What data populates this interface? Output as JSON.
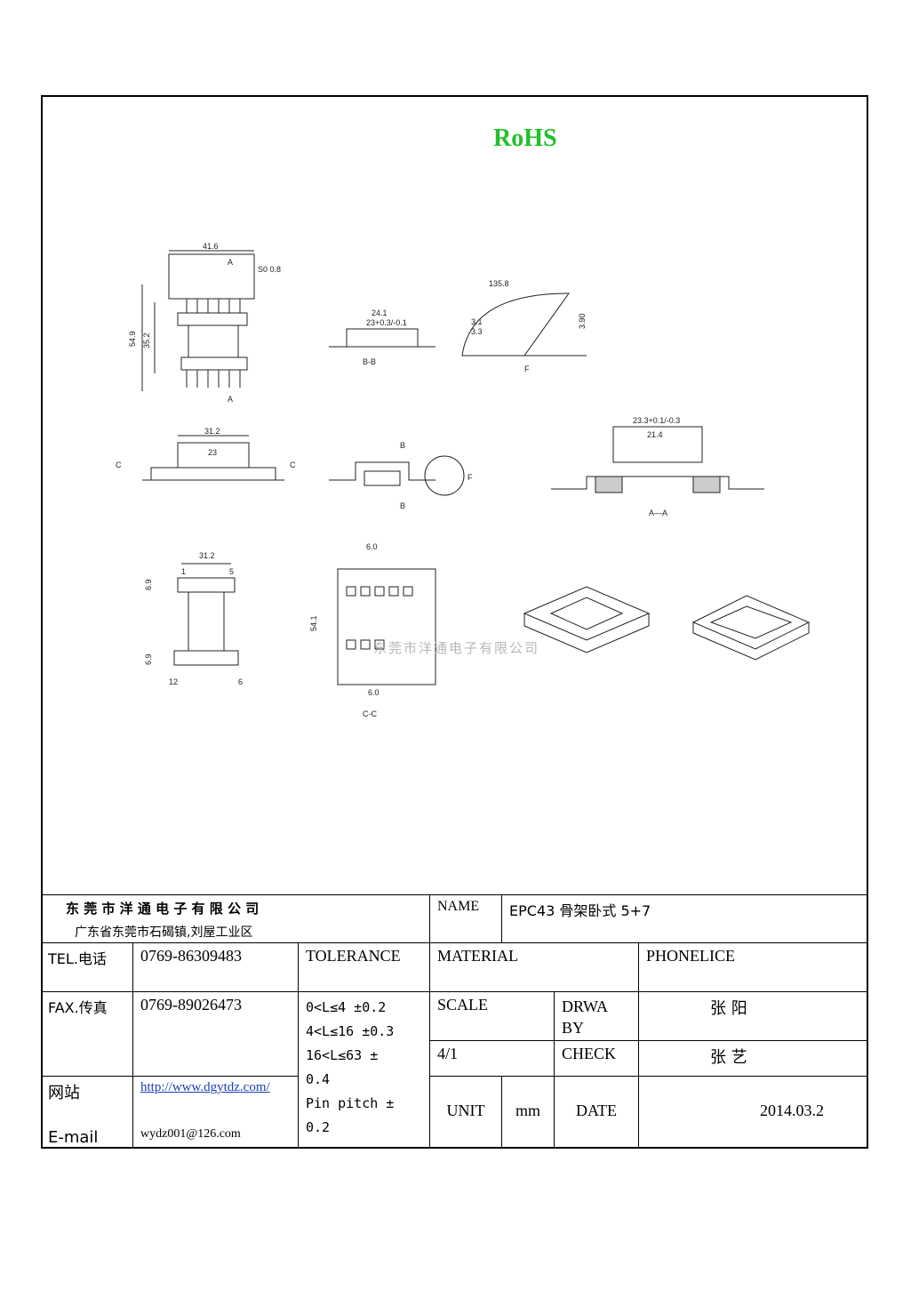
{
  "header": {
    "rohs_mark": "RoHS"
  },
  "watermark": "东莞市洋通电子有限公司",
  "drawing_labels": {
    "top_width": "41.6",
    "top_height_a": "54.9",
    "top_height_b": "35.2",
    "s_label": "S0 0.8",
    "section_a": "A",
    "front_width": "31.2",
    "front_inner": "23",
    "section_c": "C",
    "bb_section": "B",
    "f_detail": "F",
    "aa_top": "23.3+0.1/-0.3",
    "aa_inner": "21.4",
    "aa_label": "A—A",
    "bb_label": "B-B",
    "cc_label": "C-C",
    "side_width": "31.2",
    "pin_1": "1",
    "pin_5": "5",
    "pin_12": "12",
    "pin_6": "6",
    "dim_69": "6.9",
    "dim_6_0": "6.0",
    "dim_54": "54.1",
    "dim_241": "24.1",
    "dim_23": "23+0.3/-0.1",
    "dim_1358": "135.8",
    "dim_39": "3.90",
    "dim_31": "3.1",
    "dim_33": "3.3"
  },
  "title_block": {
    "company": "东 莞 市 洋 通 电 子 有 限 公 司",
    "address": "广东省东莞市石碣镇,刘屋工业区",
    "name_label": "NAME",
    "name_value": "EPC43 骨架卧式 5+7",
    "tel_label": "TEL.电话",
    "tel_value": "0769-86309483",
    "tolerance_label": "TOLERANCE",
    "material_label": "MATERIAL",
    "material_value": "PHONELICE",
    "fax_label": "FAX.传真",
    "fax_value": "0769-89026473",
    "tol_1": "0<L≤4  ±0.2",
    "tol_2": "4<L≤16 ±0.3",
    "tol_3": "16<L≤63 ±",
    "tol_3b": "0.4",
    "tol_4": "Pin pitch ±",
    "tol_4b": "0.2",
    "scale_label": "SCALE",
    "drawn_label": "DRWA",
    "drawn_label2": "BY",
    "drawn_value": "张  阳",
    "scale_value": "4/1",
    "check_label": "CHECK",
    "check_value": "张  艺",
    "web_label": "网站",
    "email_label": "E-mail",
    "web_value": "http://www.dgytdz.com/",
    "email_value": "wydz001@126.com",
    "unit_label": "UNIT",
    "unit_value": "mm",
    "date_label": "DATE",
    "date_value": "2014.03.2"
  }
}
